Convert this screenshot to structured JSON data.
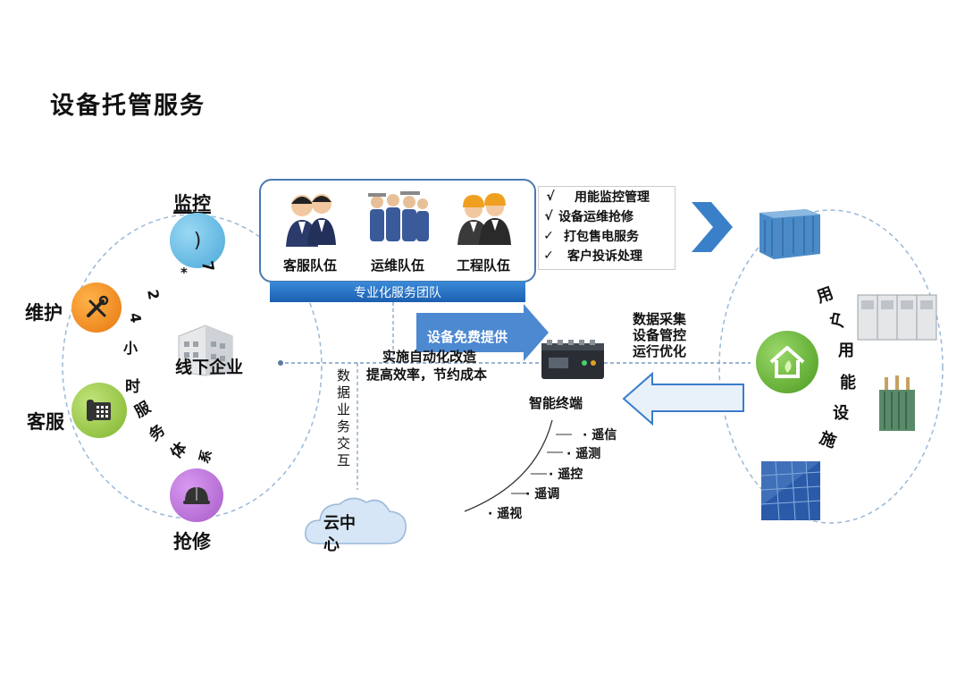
{
  "title": "设备托管服务",
  "service_nodes": {
    "monitor": "监控",
    "maintain": "维护",
    "customer": "客服",
    "repair": "抢修"
  },
  "monitor_glyph": ")",
  "arc_24h_chars": [
    "7",
    "*",
    "2",
    "4",
    "小",
    "时",
    "服",
    "务",
    "体",
    "系"
  ],
  "teams": [
    "客服队伍",
    "运维队伍",
    "工程队伍"
  ],
  "team_bar": "专业化服务团队",
  "checklist": [
    "用能监控管理",
    "设备运维抢修",
    "打包售电服务",
    "客户投诉处理"
  ],
  "offline_enterprise": "线下企业",
  "data_interaction": "数据业务交互",
  "cloud_center": "云中心",
  "free_equipment": "设备免费提供",
  "retrofit_line1": "实施自动化改造",
  "retrofit_line2": "提高效率，节约成本",
  "terminal_label": "智能终端",
  "right_stack": [
    "数据采集",
    "设备管控",
    "运行优化"
  ],
  "remote_items": [
    "遥信",
    "遥测",
    "遥控",
    "遥调",
    "遥视"
  ],
  "user_facility_chars": [
    "用",
    "户",
    "用",
    "能",
    "设",
    "施"
  ],
  "colors": {
    "monitor": "#5ab4e0",
    "maintain": "#f08a1e",
    "customer": "#8cc63f",
    "repair": "#b06ad0",
    "accent_blue": "#2a6fc0",
    "green_house": "#5aa82a"
  },
  "icons": {
    "maintain": "tools-icon",
    "customer": "telephone-icon",
    "repair": "helmet-icon",
    "house": "eco-house-icon"
  }
}
